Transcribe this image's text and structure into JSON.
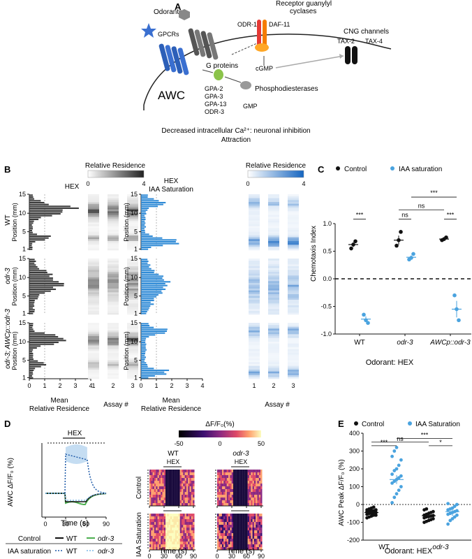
{
  "panels": {
    "A": "A",
    "B": "B",
    "C": "C",
    "D": "D",
    "E": "E"
  },
  "panel_a": {
    "odorants": "Odorants",
    "receptor": [
      "Receptor guanylyl",
      "cyclases"
    ],
    "odr1": "ODR-1",
    "daf11": "DAF-11",
    "gpcrs": "GPCRs",
    "cng": "CNG channels",
    "tax2": "TAX-2",
    "tax4": "TAX-4",
    "gproteins": "G proteins",
    "cgmp": "cGMP",
    "gpa": [
      "GPA-2",
      "GPA-3",
      "GPA-13",
      "ODR-3"
    ],
    "pde": "Phosphodiesterases",
    "gmp": "GMP",
    "awc": "AWC",
    "caption1": "Decreased intracellular Ca²⁺: neuronal inhibition",
    "caption2": "Attraction"
  },
  "panel_b": {
    "hex_title": "HEX",
    "iaa_title": [
      "HEX",
      "IAA Saturation"
    ],
    "rel_res": "Relative Residence",
    "cb_ticks": [
      "0",
      "4"
    ],
    "rows": [
      "WT",
      "odr-3",
      "odr-3; AWCp::odr-3"
    ],
    "pos_label": "Position (mm)",
    "pos_ticks": [
      "15",
      "10",
      "5",
      "1"
    ],
    "x_ticks": [
      "0",
      "1",
      "2",
      "3",
      "4"
    ],
    "xlabel": [
      "Mean",
      "Relative Residence"
    ],
    "assay_ticks": [
      "1",
      "2",
      "3"
    ],
    "assay_label": "Assay #"
  },
  "chart_data": [
    {
      "type": "scatter",
      "panel": "C",
      "legend": [
        "Control",
        "IAA saturation"
      ],
      "colors": {
        "control": "#111111",
        "iaa": "#4aa3df"
      },
      "ylabel": "Chemotaxis Index",
      "xlabel": "Odorant: HEX",
      "categories": [
        "WT",
        "odr-3",
        "AWCp::odr-3"
      ],
      "ylim": [
        -1.0,
        1.0
      ],
      "yticks": [
        "1.0",
        "0.5",
        "0.0",
        "-0.5",
        "-1.0"
      ],
      "series": [
        {
          "name": "Control",
          "points": [
            [
              0.55,
              0.62,
              0.68
            ],
            [
              0.6,
              0.7,
              0.85
            ],
            [
              0.7,
              0.72,
              0.75
            ]
          ],
          "mean": [
            0.62,
            0.7,
            0.72
          ]
        },
        {
          "name": "IAA saturation",
          "points": [
            [
              -0.65,
              -0.75,
              -0.8
            ],
            [
              0.35,
              0.38,
              0.45
            ],
            [
              -0.3,
              -0.55,
              -0.75
            ]
          ],
          "mean": [
            -0.73,
            0.39,
            -0.55
          ]
        }
      ],
      "significance": [
        {
          "label": "***"
        },
        {
          "label": "ns"
        },
        {
          "label": "***"
        },
        {
          "label": "ns"
        },
        {
          "label": "***"
        }
      ]
    },
    {
      "type": "scatter",
      "panel": "E",
      "legend": [
        "Control",
        "IAA Saturation"
      ],
      "ylabel": "AWC Peak ΔF/F₀ (%)",
      "xlabel": "Odorant: HEX",
      "categories": [
        "WT",
        "odr-3"
      ],
      "ylim": [
        -200,
        400
      ],
      "yticks": [
        "400",
        "300",
        "200",
        "100",
        "0",
        "-100",
        "-200"
      ],
      "groups": [
        {
          "name": "WT Control",
          "values": [
            -75,
            -70,
            -65,
            -60,
            -60,
            -55,
            -50,
            -50,
            -45,
            -45,
            -40,
            -40,
            -35,
            -35,
            -30,
            -30,
            -25,
            -20,
            -15
          ],
          "mean": -45
        },
        {
          "name": "WT IAA Saturation",
          "values": [
            10,
            40,
            60,
            80,
            100,
            120,
            130,
            140,
            150,
            160,
            170,
            190,
            200,
            220,
            250,
            270,
            300,
            320
          ],
          "mean": 140
        },
        {
          "name": "odr-3 Control",
          "values": [
            -100,
            -95,
            -90,
            -85,
            -80,
            -75,
            -70,
            -68,
            -65,
            -62,
            -60,
            -55,
            -50,
            -45,
            -40,
            -30,
            -25
          ],
          "mean": -63
        },
        {
          "name": "odr-3 IAA Saturation",
          "values": [
            -110,
            -90,
            -80,
            -70,
            -60,
            -55,
            -50,
            -45,
            -40,
            -35,
            -30,
            -25,
            -20,
            -10,
            0,
            5
          ],
          "mean": -40
        }
      ],
      "significance": [
        {
          "label": "***"
        },
        {
          "label": "ns"
        },
        {
          "label": "***"
        },
        {
          "label": "*"
        }
      ]
    }
  ],
  "panel_d": {
    "hex": "HEX",
    "ylabel": "AWC ΔF/F₀ (%)",
    "xlabel": "Time (s)",
    "xticks": [
      "0",
      "30",
      "60",
      "90"
    ],
    "legend_control": "Control",
    "legend_iaa": "IAA saturation",
    "wt": "WT",
    "odr3": "odr-3",
    "cb_title": "ΔF/F₀(%)",
    "cb_ticks": [
      "-50",
      "0",
      "50"
    ],
    "rows": [
      "Control",
      "IAA Saturation"
    ]
  }
}
